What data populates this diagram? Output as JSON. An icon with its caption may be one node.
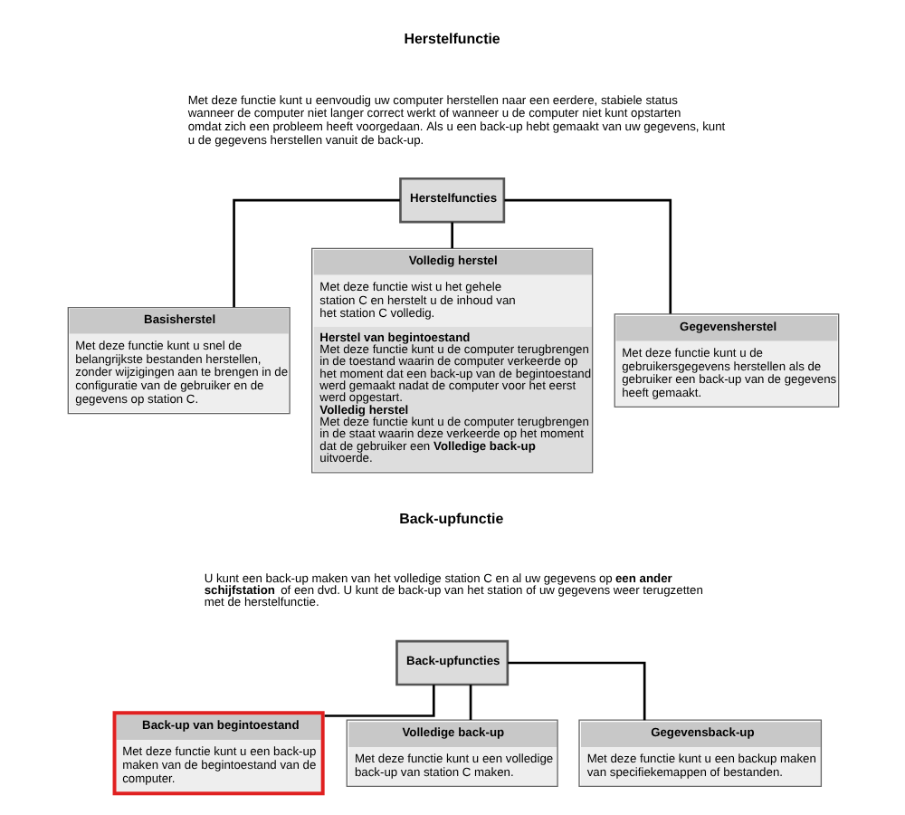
{
  "diagram": {
    "nodes": [
      {
        "text": [
          "Herstelfuncties"
        ]
      },
      {
        "text": [
          "Basisherstel",
          "Met deze functie kunt u snel de belangrijkste bestanden herstellen, zonder wijzigingen aan te brengen in de configuratie van de gebruiker en de gegevens op station C."
        ]
      },
      {
        "text": [
          "Volledig herstel",
          "Met deze functie wist u het gehele station C en herstelt u de inhoud van het station C volledig.",
          "Herstel van begintoestand",
          "Met deze functie kunt u de computer terugbrengen in de toestand waarin de computer verkeerde op het moment dat een back-up van de begintoestand werd gemaakt nadat de computer voor het eerst werd opgestart.",
          "Volledig herstel",
          "Met deze functie kunt u de computer terugbrengen in de staat waarin deze verkeerde op het moment dat de gebruiker een **Volledige back-up** uitvoerde."
        ]
      },
      {
        "text": [
          "Gegevensherstel",
          "Met deze functie kunt u de gebruikersgegevens herstellen als de gebruiker een back-up van de gegevens heeft gemaakt."
        ]
      },
      {
        "text": [
          "Back-upfuncties"
        ]
      },
      {
        "text": [
          "Back-up van begintoestand",
          "Met deze functie kunt u een back-up maken van de begintoestand van de computer."
        ]
      },
      {
        "text": [
          "Volledige back-up",
          "Met deze functie kunt u een volledige back-up van station C maken."
        ]
      },
      {
        "text": [
          "Gegevensback-up",
          "Met deze functie kunt u een backup maken van specifiekemappen of bestanden."
        ]
      }
    ],
    "edges": [
      {
        "from": 0,
        "to": 1,
        "arrow": "none"
      },
      {
        "from": 0,
        "to": 2,
        "arrow": "none"
      },
      {
        "from": 0,
        "to": 3,
        "arrow": "none"
      },
      {
        "from": 4,
        "to": 5,
        "arrow": "none"
      },
      {
        "from": 4,
        "to": 6,
        "arrow": "none"
      },
      {
        "from": 4,
        "to": 7,
        "arrow": "none"
      }
    ],
    "labels": [
      "Herstelfunctie",
      "Met deze functie kunt u eenvoudig uw computer herstellen naar een eerdere, stabiele status wanneer de computer niet langer correct werkt of wanneer u de computer niet kunt opstarten omdat zich een probleem heeft voorgedaan. Als u een back-up hebt gemaakt van uw gegevens, kunt u de gegevens herstellen vanuit de back-up.",
      "Back-upfunctie",
      "U kunt een back-up maken van het volledige station C en al uw gegevens op **een ander schijfstation** of een dvd. U kunt de back-up van het station of uw gegevens weer terugzetten met de herstelfunctie."
    ]
  }
}
